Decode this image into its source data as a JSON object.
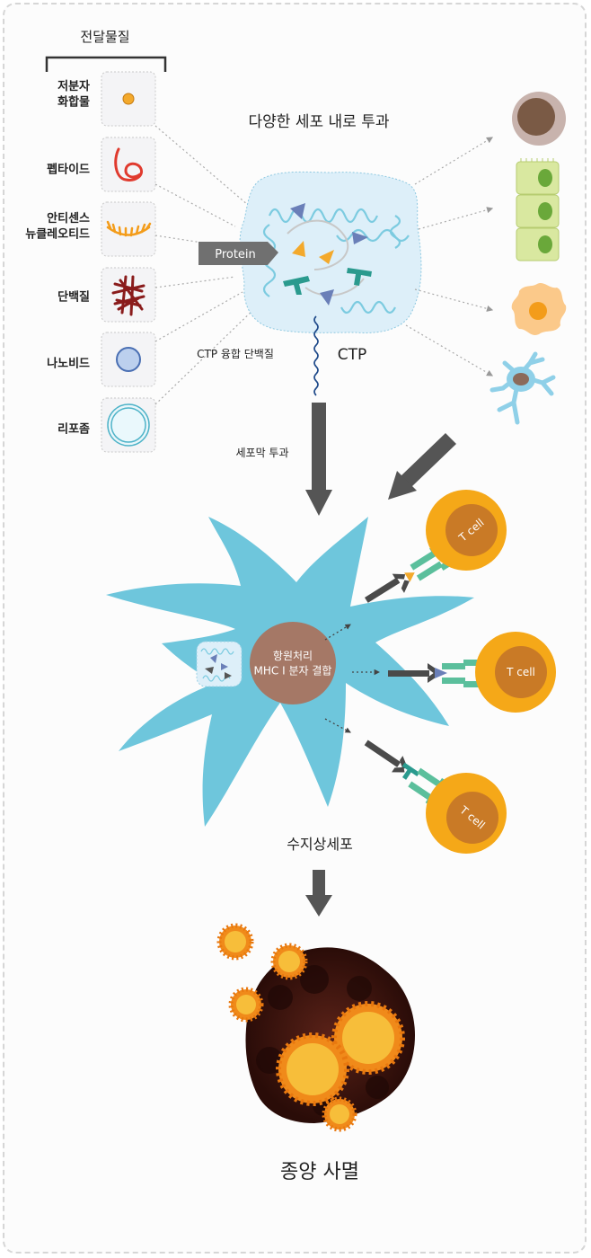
{
  "delivery_header": "전달물질",
  "delivery_items": [
    {
      "label": "저분자\n화합물",
      "icon": "small-molecule-icon"
    },
    {
      "label": "펩타이드",
      "icon": "peptide-icon"
    },
    {
      "label": "안티센스\n뉴클레오티드",
      "icon": "antisense-nucleotide-icon"
    },
    {
      "label": "단백질",
      "icon": "protein-icon"
    },
    {
      "label": "나노비드",
      "icon": "nanobead-icon"
    },
    {
      "label": "리포좀",
      "icon": "liposome-icon"
    }
  ],
  "penetration_label": "다양한 세포 내로 투과",
  "protein_tag": "Protein",
  "ctp_label": "CTP",
  "fusion_label": "CTP 융합 단백질",
  "membrane_label": "세포막 투과",
  "antigen_label": "항원처리\nMHC I 분자 결합",
  "tcell_label": "T cell",
  "dendritic_label": "수지상세포",
  "tumor_label": "종양 사멸",
  "colors": {
    "dendritic": "#6ec6dc",
    "tcell_outer": "#f5a818",
    "tcell_inner": "#c97a26",
    "tumor_mass": "#3a1410",
    "tumor_cell": "#f3a92c",
    "arrow": "#555555",
    "receptor": "#5bbf9c"
  }
}
